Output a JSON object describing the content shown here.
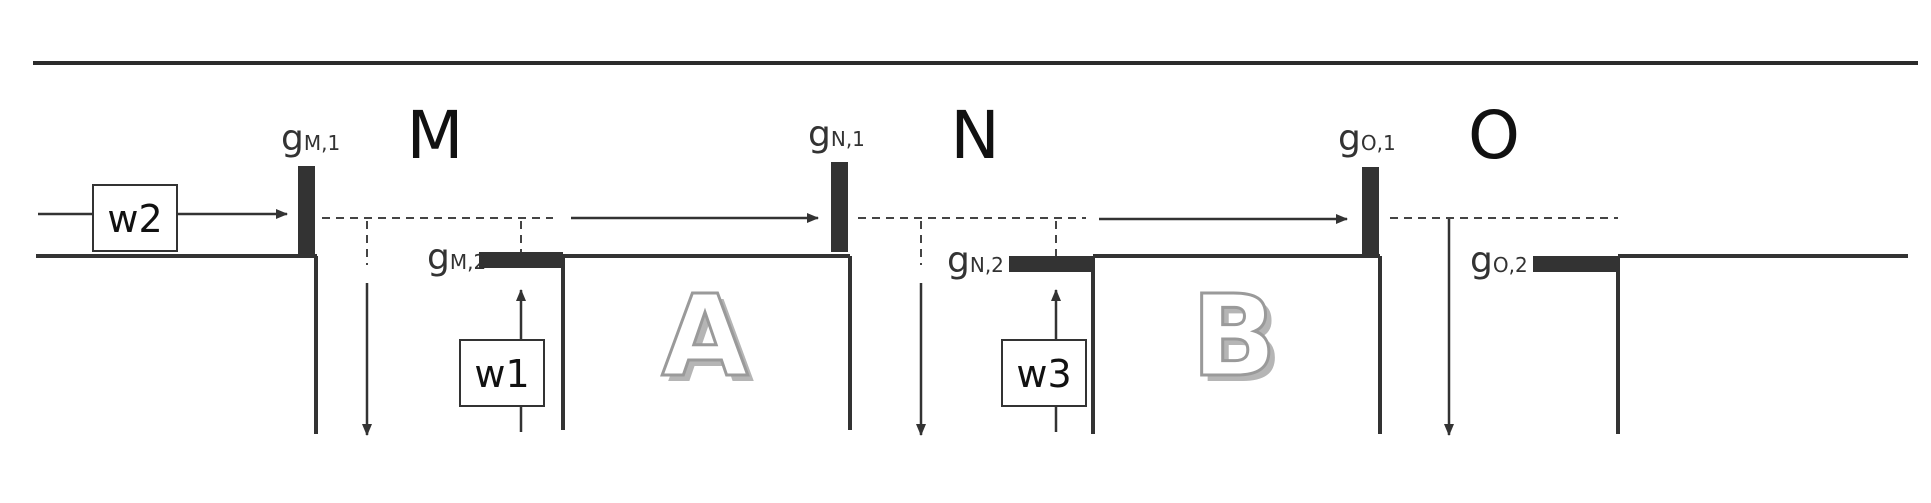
{
  "sections": [
    {
      "letter": "M",
      "gate_top": {
        "base": "g",
        "sub": "M,1"
      },
      "gate_side": {
        "base": "g",
        "sub": "M,2"
      }
    },
    {
      "letter": "N",
      "gate_top": {
        "base": "g",
        "sub": "N,1"
      },
      "gate_side": {
        "base": "g",
        "sub": "N,2"
      }
    },
    {
      "letter": "O",
      "gate_top": {
        "base": "g",
        "sub": "O,1"
      },
      "gate_side": {
        "base": "g",
        "sub": "O,2"
      }
    }
  ],
  "inflows": [
    "w2",
    "w1",
    "w3"
  ],
  "pools": [
    "A",
    "B"
  ]
}
